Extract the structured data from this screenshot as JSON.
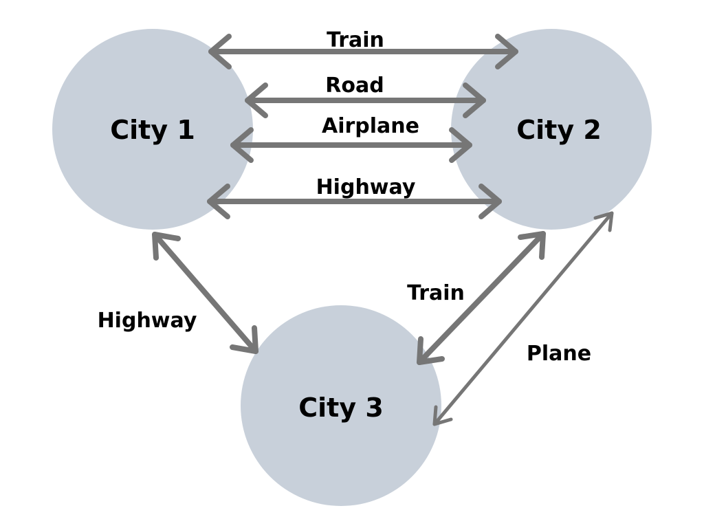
{
  "colors": {
    "background": "#ffffff",
    "node_fill": "#c8d0da",
    "edge_stroke": "#767676",
    "text": "#000000"
  },
  "nodes": [
    {
      "id": "city1",
      "label": "City 1"
    },
    {
      "id": "city2",
      "label": "City 2"
    },
    {
      "id": "city3",
      "label": "City 3"
    }
  ],
  "edges": [
    {
      "id": "train-1-2",
      "from": "city1",
      "to": "city2",
      "label": "Train",
      "direction": "bidirectional"
    },
    {
      "id": "road-1-2",
      "from": "city1",
      "to": "city2",
      "label": "Road",
      "direction": "bidirectional"
    },
    {
      "id": "airplane-1-2",
      "from": "city1",
      "to": "city2",
      "label": "Airplane",
      "direction": "bidirectional"
    },
    {
      "id": "highway-1-2",
      "from": "city1",
      "to": "city2",
      "label": "Highway",
      "direction": "bidirectional"
    },
    {
      "id": "highway-1-3",
      "from": "city1",
      "to": "city3",
      "label": "Highway",
      "direction": "bidirectional"
    },
    {
      "id": "train-2-3",
      "from": "city2",
      "to": "city3",
      "label": "Train",
      "direction": "bidirectional"
    },
    {
      "id": "plane-2-3",
      "from": "city2",
      "to": "city3",
      "label": "Plane",
      "direction": "bidirectional"
    }
  ]
}
